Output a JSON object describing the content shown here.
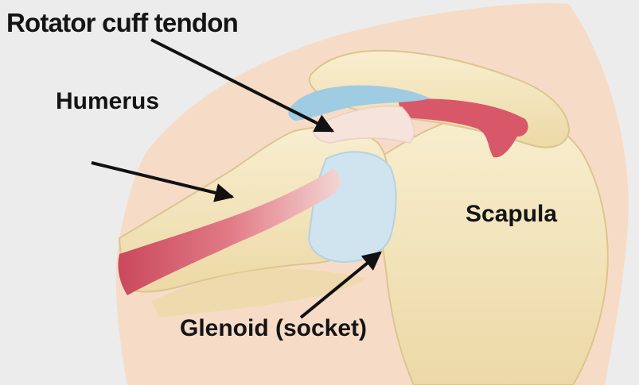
{
  "labels": {
    "rotator_cuff_tendon": "Rotator cuff tendon",
    "humerus": "Humerus",
    "scapula": "Scapula",
    "glenoid": "Glenoid (socket)"
  },
  "colors": {
    "background": "#ececec",
    "skin": "#f6dcc6",
    "bone": "#f5e8c0",
    "bone_shadow": "#e6d39d",
    "muscle": "#d8586a",
    "tendon": "#f6e3dc",
    "cartilage": "#cfe4ee",
    "bursa": "#9fcbe3",
    "arrow": "#111111"
  }
}
